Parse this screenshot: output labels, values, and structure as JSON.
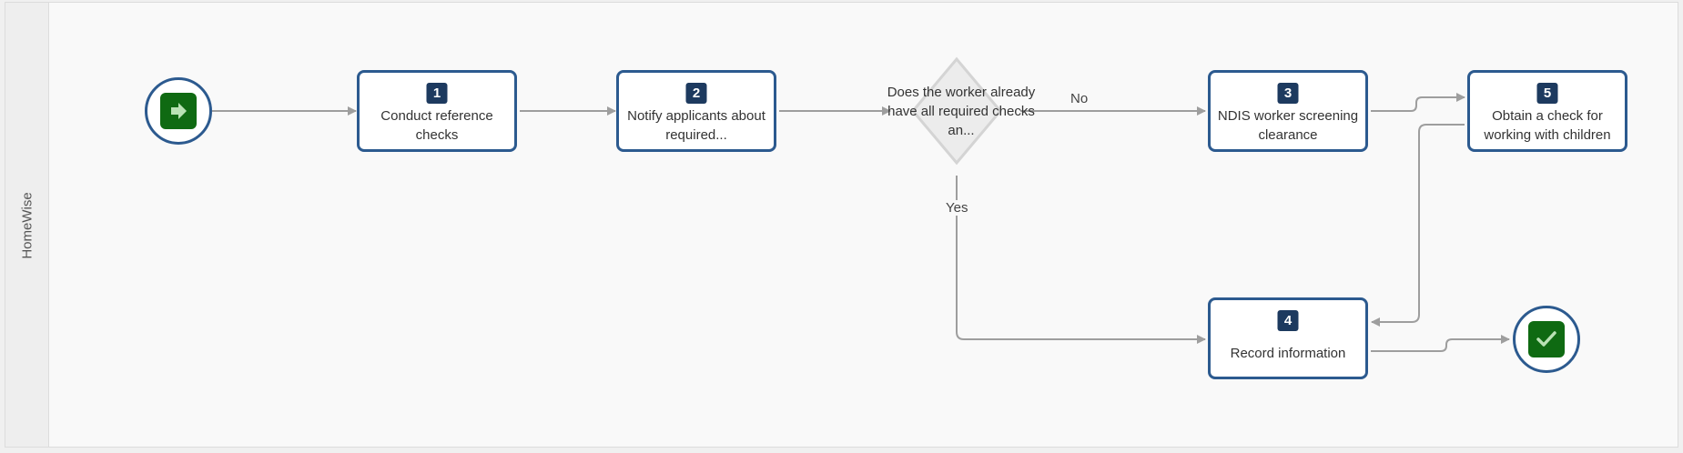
{
  "lane": {
    "label": "HomeWise"
  },
  "start_event": {
    "icon": "arrow-right-icon"
  },
  "end_event": {
    "icon": "checkmark-icon"
  },
  "tasks": [
    {
      "number": "1",
      "label": "Conduct reference checks"
    },
    {
      "number": "2",
      "label": "Notify applicants about required..."
    },
    {
      "number": "3",
      "label": "NDIS worker screening clearance"
    },
    {
      "number": "5",
      "label": "Obtain a check for working with children"
    },
    {
      "number": "4",
      "label": "Record information"
    }
  ],
  "gateway": {
    "label": "Does the worker already have all required checks an..."
  },
  "edges": {
    "no_label": "No",
    "yes_label": "Yes"
  },
  "colors": {
    "task_border": "#2c5a8f",
    "badge_bg": "#1d3a5f",
    "event_fill": "#0f6a12",
    "connector": "#9e9e9e"
  }
}
